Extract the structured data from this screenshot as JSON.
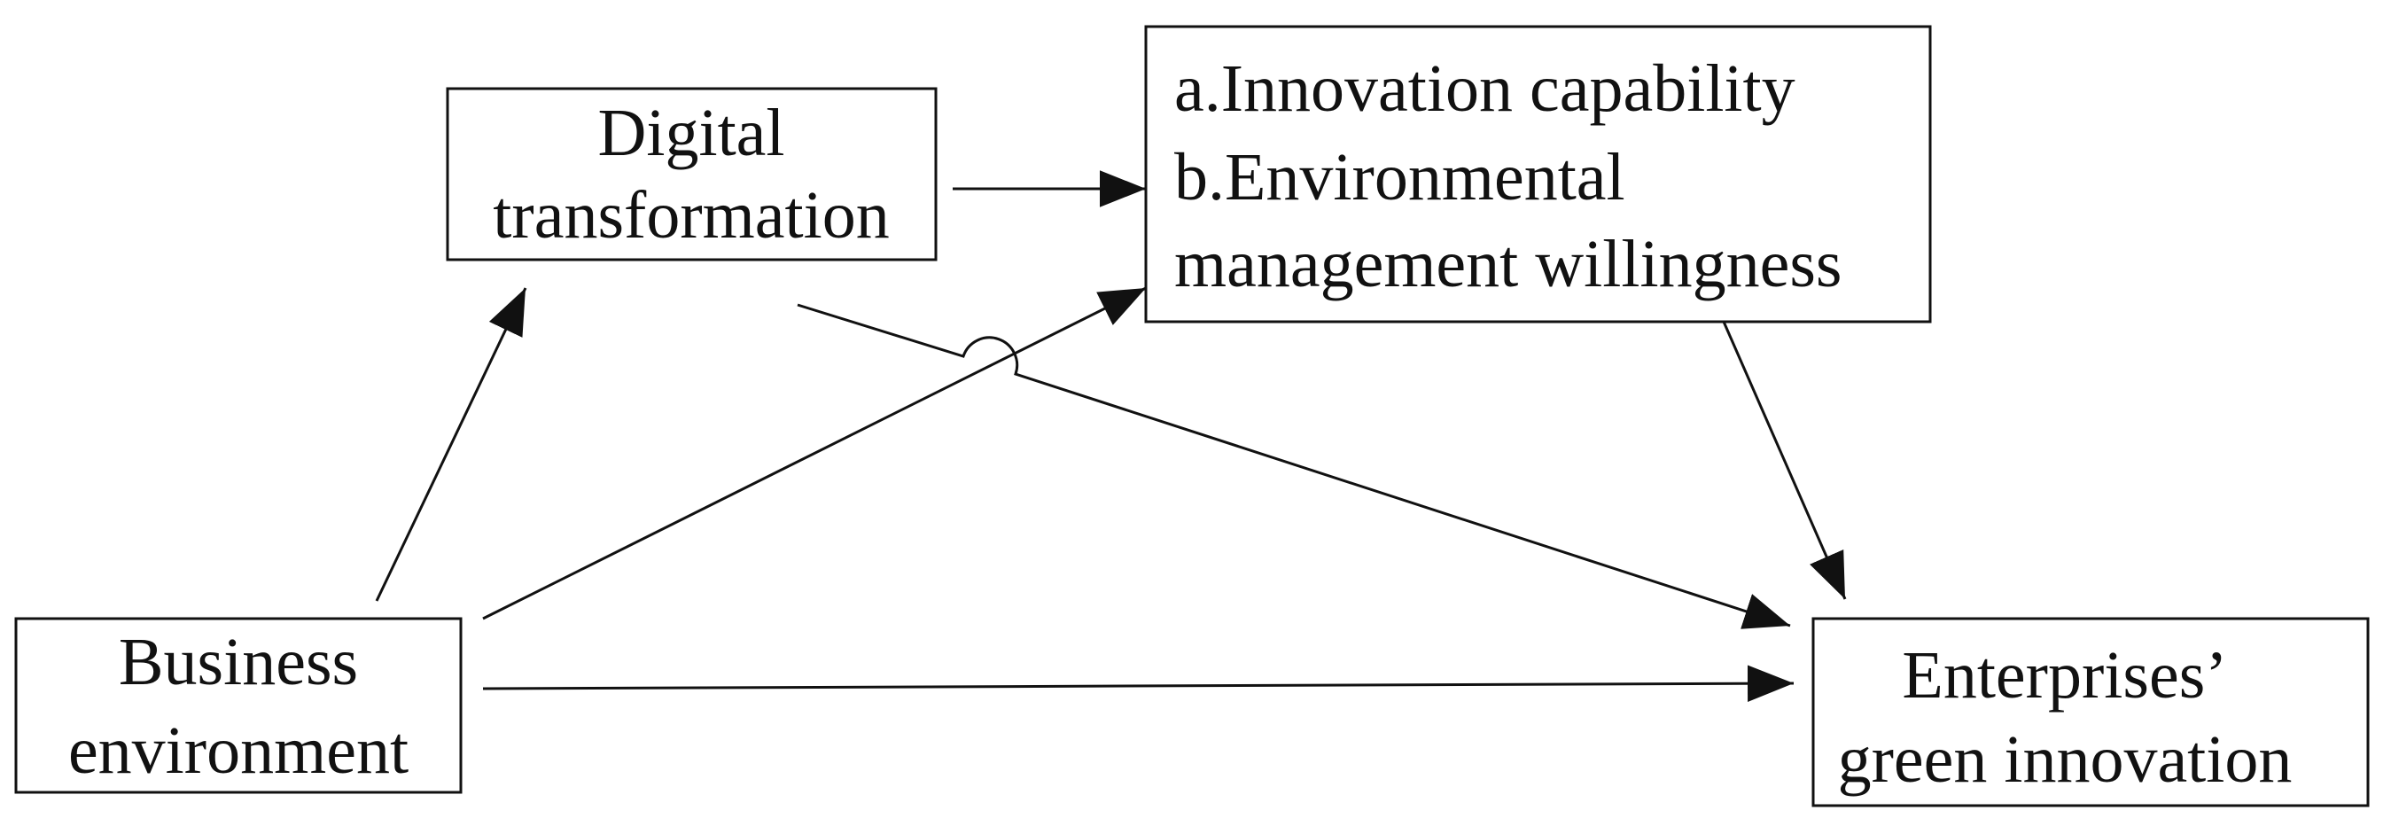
{
  "nodes": {
    "digital_transformation": {
      "line1": "Digital",
      "line2": "transformation"
    },
    "mediators": {
      "line1": "a.Innovation capability",
      "line2": "b.Environmental",
      "line3": "management willingness"
    },
    "business_environment": {
      "line1": "Business",
      "line2": "environment"
    },
    "green_innovation": {
      "line1": "Enterprises’",
      "line2": "green innovation"
    }
  },
  "colors": {
    "stroke": "#111111",
    "background": "#ffffff"
  }
}
